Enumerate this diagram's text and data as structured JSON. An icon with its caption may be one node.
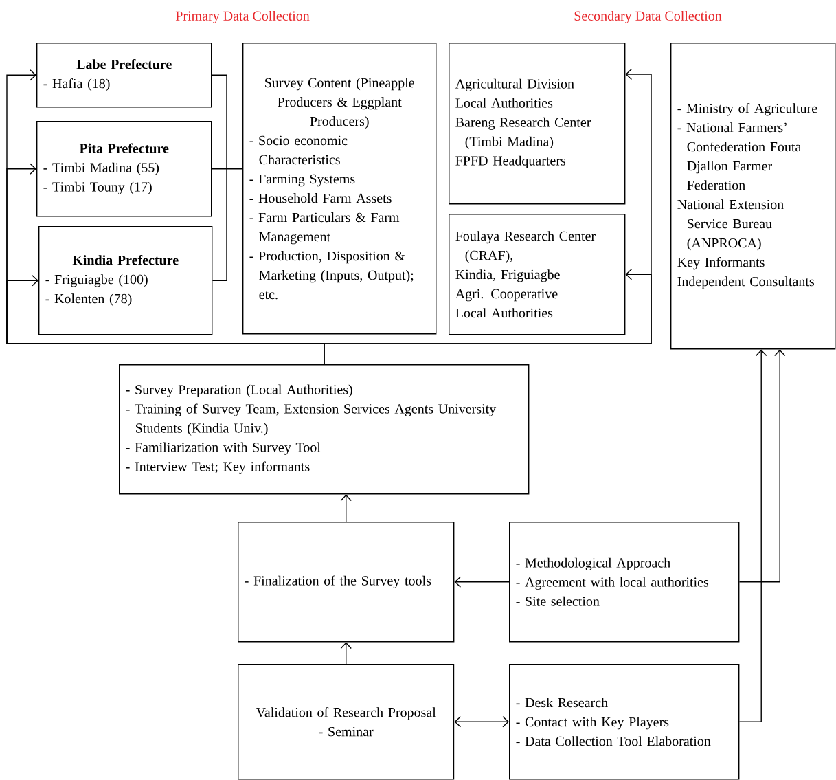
{
  "diagram": {
    "nodes": [
      {
        "text": [
          "Labe Prefecture",
          "- Hafia (18)"
        ]
      },
      {
        "text": [
          "Pita Prefecture",
          "- Timbi Madina (55)",
          "- Timbi Touny (17)"
        ]
      },
      {
        "text": [
          "Kindia Prefecture",
          "- Friguiagbe (100)",
          "- Kolenten (78)"
        ]
      },
      {
        "text": [
          "Survey Content (Pineapple Producers & Eggplant Producers)",
          "- Socio economic Characteristics",
          "- Farming Systems",
          "- Household Farm Assets",
          "- Farm Particulars & Farm Management",
          "- Production, Disposition & Marketing (Inputs, Output); etc."
        ]
      },
      {
        "text": [
          "Agricultural Division",
          "Local Authorities",
          "Bareng Research Center (Timbi Madina)",
          "FPFD Headquarters"
        ]
      },
      {
        "text": [
          "Foulaya Research Center (CRAF),",
          "Kindia, Friguiagbe",
          "Agri. Cooperative",
          "Local Authorities"
        ]
      },
      {
        "text": [
          "- Ministry of Agriculture",
          "- National Farmers’ Confederation Fouta Djallon Farmer Federation",
          "National Extension Service Bureau (ANPROCA)",
          "Key Informants",
          "Independent Consultants"
        ]
      },
      {
        "text": [
          "- Survey Preparation (Local Authorities)",
          "- Training of Survey Team, Extension Services Agents University Students (Kindia Univ.)",
          "- Familiarization with Survey Tool",
          "- Interview Test; Key informants"
        ]
      },
      {
        "text": [
          "- Finalization of the Survey tools"
        ]
      },
      {
        "text": [
          "- Methodological Approach",
          "- Agreement with local authorities",
          "- Site selection"
        ]
      },
      {
        "text": [
          "Validation of Research Proposal",
          "- Seminar"
        ]
      },
      {
        "text": [
          "- Desk Research",
          "- Contact with Key Players",
          "- Data Collection Tool Elaboration"
        ]
      }
    ],
    "edges": [
      {
        "from": 7,
        "to": 0,
        "arrow": "to"
      },
      {
        "from": 7,
        "to": 1,
        "arrow": "to"
      },
      {
        "from": 7,
        "to": 2,
        "arrow": "to"
      },
      {
        "from": 7,
        "to": 4,
        "arrow": "to"
      },
      {
        "from": 7,
        "to": 5,
        "arrow": "to"
      },
      {
        "from": 0,
        "to": 3,
        "arrow": "none"
      },
      {
        "from": 1,
        "to": 3,
        "arrow": "none"
      },
      {
        "from": 2,
        "to": 3,
        "arrow": "none"
      },
      {
        "from": 8,
        "to": 7,
        "arrow": "to"
      },
      {
        "from": 10,
        "to": 8,
        "arrow": "to"
      },
      {
        "from": 9,
        "to": 8,
        "arrow": "to"
      },
      {
        "from": 9,
        "to": 6,
        "arrow": "to"
      },
      {
        "from": 11,
        "to": 6,
        "arrow": "to"
      },
      {
        "from": 10,
        "to": 11,
        "arrow": "both"
      }
    ],
    "labels": [
      "Primary Data Collection",
      "Secondary Data Collection"
    ]
  }
}
